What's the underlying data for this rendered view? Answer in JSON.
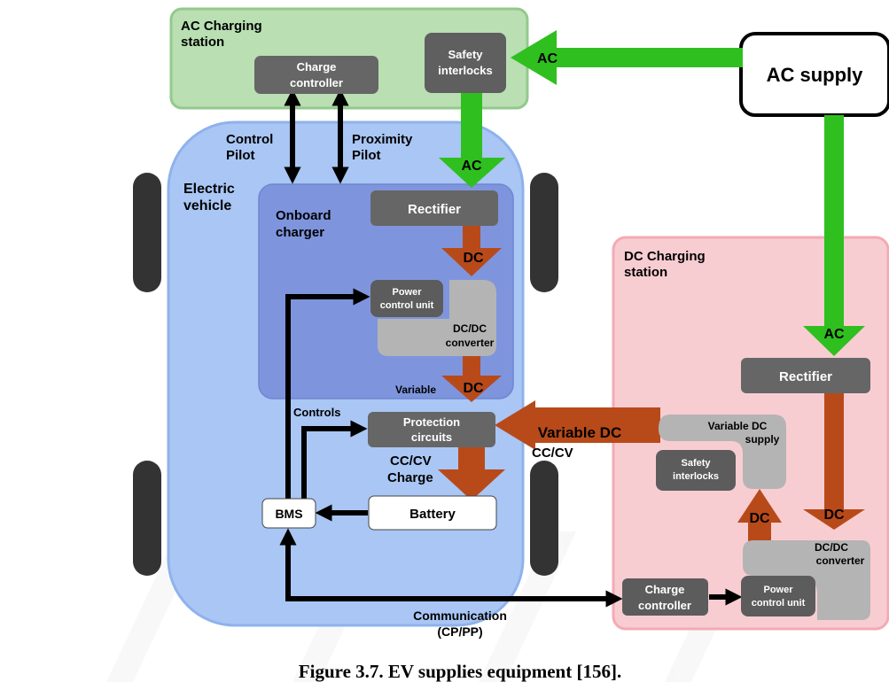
{
  "ac_station": {
    "title_line1": "AC Charging",
    "title_line2": "station",
    "charge_controller_line1": "Charge",
    "charge_controller_line2": "controller",
    "safety_line1": "Safety",
    "safety_line2": "interlocks"
  },
  "ac_supply": "AC supply",
  "flow_labels": {
    "ac_in": "AC",
    "ac_down": "AC",
    "ac_dc_station": "AC",
    "dc_rect": "DC",
    "variable_dc_onboard_prefix": "Variable",
    "variable_dc_onboard": "DC",
    "variable_dc_station": "Variable DC",
    "dc_station_rect": "DC",
    "dc_station_conv": "DC"
  },
  "ev": {
    "title_line1": "Electric",
    "title_line2": "vehicle",
    "control_pilot_line1": "Control",
    "control_pilot_line2": "Pilot",
    "proximity_pilot_line1": "Proximity",
    "proximity_pilot_line2": "Pilot",
    "onboard_line1": "Onboard",
    "onboard_line2": "charger",
    "rectifier": "Rectifier",
    "pcu_line1": "Power",
    "pcu_line2": "control unit",
    "dcdc_line1": "DC/DC",
    "dcdc_line2": "converter",
    "controls": "Controls",
    "protection_line1": "Protection",
    "protection_line2": "circuits",
    "cccv_charge_line1": "CC/CV",
    "cccv_charge_line2": "Charge",
    "bms": "BMS",
    "battery": "Battery"
  },
  "dc_station": {
    "title_line1": "DC Charging",
    "title_line2": "station",
    "rectifier": "Rectifier",
    "vdc_line1": "Variable DC",
    "vdc_line2": "supply",
    "safety_line1": "Safety",
    "safety_line2": "interlocks",
    "dcdc_line1": "DC/DC",
    "dcdc_line2": "converter",
    "charge_controller_line1": "Charge",
    "charge_controller_line2": "controller",
    "pcu_line1": "Power",
    "pcu_line2": "control unit"
  },
  "cccv": "CC/CV",
  "communication_line1": "Communication",
  "communication_line2": "(CP/PP)",
  "caption": "Figure 3.7. EV supplies equipment [156].",
  "colors": {
    "ac_green": "#2fbf1f",
    "dc_orange": "#b84a1a",
    "vehicle_blue": "#a9c6f4",
    "onboard_blue": "#7e95dd",
    "ac_station_fill": "#b9dfb3",
    "dc_station_fill": "#f8cdd2",
    "dark_box": "#666666",
    "light_box": "#b4b4b4"
  }
}
